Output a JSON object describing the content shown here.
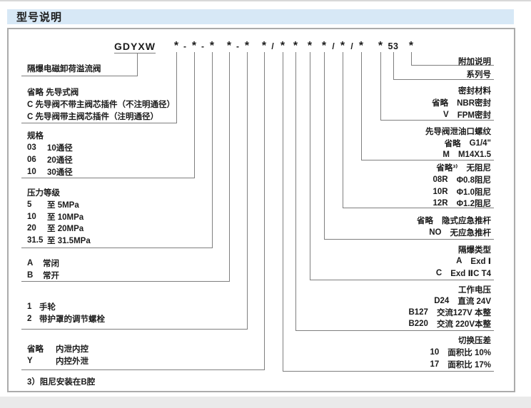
{
  "page": {
    "title": "型号说明"
  },
  "model": {
    "prefix": "GDYXW",
    "tokens": [
      "*",
      "-",
      "*",
      "-",
      "*",
      "*",
      "-",
      "*",
      "*",
      "/",
      "*",
      "*",
      "*",
      "*",
      "/",
      "*",
      "/",
      "*",
      "*",
      "53",
      "*"
    ]
  },
  "left": {
    "product": "隔爆电磁卸荷溢流阀",
    "pilot": {
      "rows": [
        "省略 先导式阀",
        "C 先导阀不带主阀芯插件（不注明通径）",
        "C 先导阀带主阀芯插件（注明通径）"
      ]
    },
    "size": {
      "title": "规格",
      "rows": [
        {
          "c": "03",
          "t": "10通径"
        },
        {
          "c": "06",
          "t": "20通径"
        },
        {
          "c": "10",
          "t": "30通径"
        }
      ]
    },
    "pressure": {
      "title": "压力等级",
      "rows": [
        {
          "c": "5",
          "t": "至 5MPa"
        },
        {
          "c": "10",
          "t": "至 10MPa"
        },
        {
          "c": "20",
          "t": "至 20MPa"
        },
        {
          "c": "31.5",
          "t": "至 31.5MPa"
        }
      ]
    },
    "state": {
      "rows": [
        {
          "c": "A",
          "t": "常闭"
        },
        {
          "c": "B",
          "t": "常开"
        }
      ]
    },
    "adjust": {
      "rows": [
        {
          "c": "1",
          "t": "手轮"
        },
        {
          "c": "2",
          "t": "带护罩的调节螺栓"
        }
      ]
    },
    "drain": {
      "rows": [
        {
          "c": "省略",
          "t": "内泄内控"
        },
        {
          "c": "Y",
          "t": "内控外泄"
        }
      ]
    },
    "footnote": "3）阻尼安装在B腔"
  },
  "right": {
    "extra": {
      "title": "附加说明"
    },
    "series": {
      "title": "系列号"
    },
    "seal": {
      "title": "密封材料",
      "rows": [
        {
          "c": "省略",
          "t": "NBR密封"
        },
        {
          "c": "V",
          "t": "FPM密封"
        }
      ]
    },
    "thread": {
      "title": "先导阀泄油口螺纹",
      "rows": [
        {
          "c": "省略",
          "t": "G1/4\""
        },
        {
          "c": "M",
          "t": "M14X1.5"
        }
      ]
    },
    "damping": {
      "rows": [
        {
          "c": "省略³⁾",
          "t": "无阻尼"
        },
        {
          "c": "08R",
          "t": "Φ0.8阻尼"
        },
        {
          "c": "10R",
          "t": "Φ1.0阻尼"
        },
        {
          "c": "12R",
          "t": "Φ1.2阻尼"
        }
      ]
    },
    "pushrod": {
      "rows": [
        {
          "c": "省略",
          "t": "隐式应急推杆"
        },
        {
          "c": "NO",
          "t": "无应急推杆"
        }
      ]
    },
    "exproof": {
      "title": "隔爆类型",
      "rows": [
        {
          "c": "A",
          "t": "Exd Ⅰ"
        },
        {
          "c": "C",
          "t": "Exd ⅡC T4"
        }
      ]
    },
    "voltage": {
      "title": "工作电压",
      "rows": [
        {
          "c": "D24",
          "t": "直流 24V"
        },
        {
          "c": "B127",
          "t": "交流127V 本整"
        },
        {
          "c": "B220",
          "t": "交流 220V本整"
        }
      ]
    },
    "diff": {
      "title": "切换压差",
      "rows": [
        {
          "c": "10",
          "t": "面积比 10%"
        },
        {
          "c": "17",
          "t": "面积比 17%"
        }
      ]
    }
  }
}
